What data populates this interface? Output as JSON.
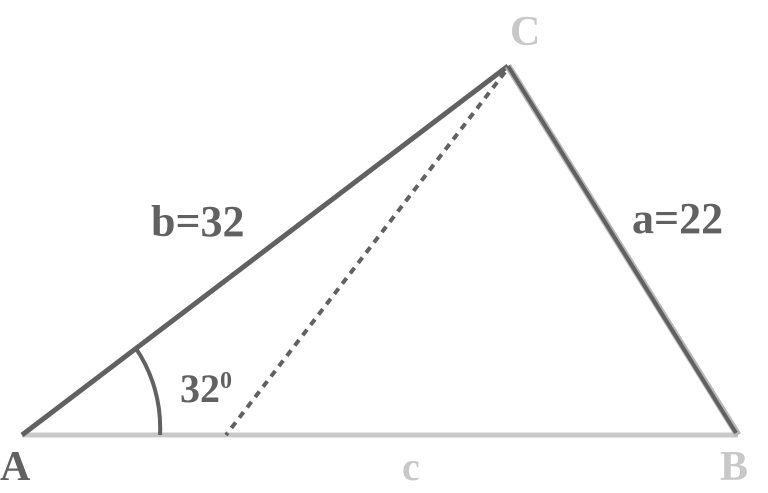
{
  "vertices": {
    "A": "A",
    "B": "B",
    "C": "C"
  },
  "sides": {
    "a": "a=22",
    "b": "b=32",
    "c": "c"
  },
  "angle": {
    "value": "32",
    "sup": "0"
  },
  "colors": {
    "dark": "#616161",
    "light": "#c8c8c8",
    "background": "#ffffff"
  }
}
